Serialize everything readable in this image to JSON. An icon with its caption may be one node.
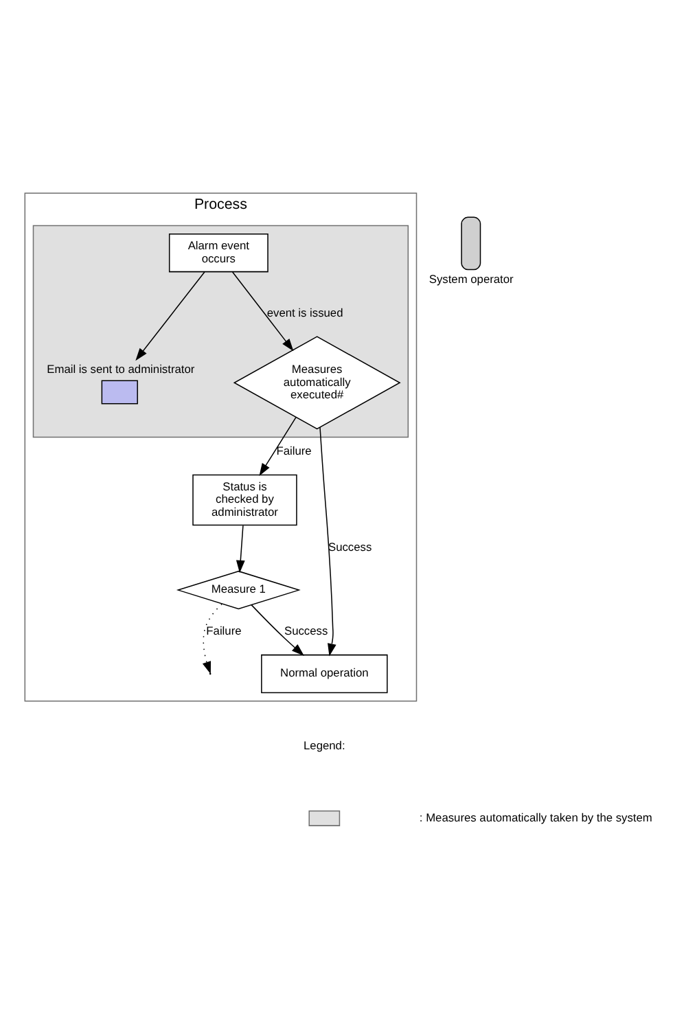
{
  "diagram": {
    "nodes": [
      {
        "text": [
          "Process"
        ]
      },
      {
        "text": [],
        "shape": "box",
        "in": 0
      },
      {
        "text": [
          "Alarm event occurs"
        ],
        "in": 1
      },
      {
        "text": [],
        "shape": "envelope",
        "in": 1,
        "beside": [
          "Email is sent to administrator"
        ]
      },
      {
        "text": [
          "Measures automatically executed#"
        ],
        "in": 1
      },
      {
        "text": [
          "Status is checked by administrator"
        ],
        "in": 0
      },
      {
        "text": [
          "Measure 1"
        ],
        "in": 0
      },
      {
        "text": [
          "Normal operation"
        ],
        "in": 0
      },
      {
        "text": [],
        "shape": "person",
        "beside": [
          "System operator"
        ]
      }
    ],
    "edges": [
      {
        "from": 2,
        "to": 4,
        "arrow": "to",
        "label": "event is issued"
      },
      {
        "from": 2,
        "to": 3,
        "arrow": "to"
      },
      {
        "from": 4,
        "to": 5,
        "arrow": "to",
        "label": "Failure"
      },
      {
        "from": 4,
        "to": 7,
        "arrow": "to",
        "label": "Success"
      },
      {
        "from": 5,
        "to": 6,
        "arrow": "to"
      },
      {
        "from": 6,
        "to": 7,
        "arrow": "to",
        "label": "Success"
      },
      {
        "from": 6,
        "to": null,
        "arrow": "to",
        "label": "Failure",
        "style": "dashed"
      }
    ],
    "labels": [
      "Legend:"
    ],
    "legend": [
      {
        "text": ": Measures automatically taken by the system",
        "color": "#e0e0e0"
      }
    ]
  }
}
